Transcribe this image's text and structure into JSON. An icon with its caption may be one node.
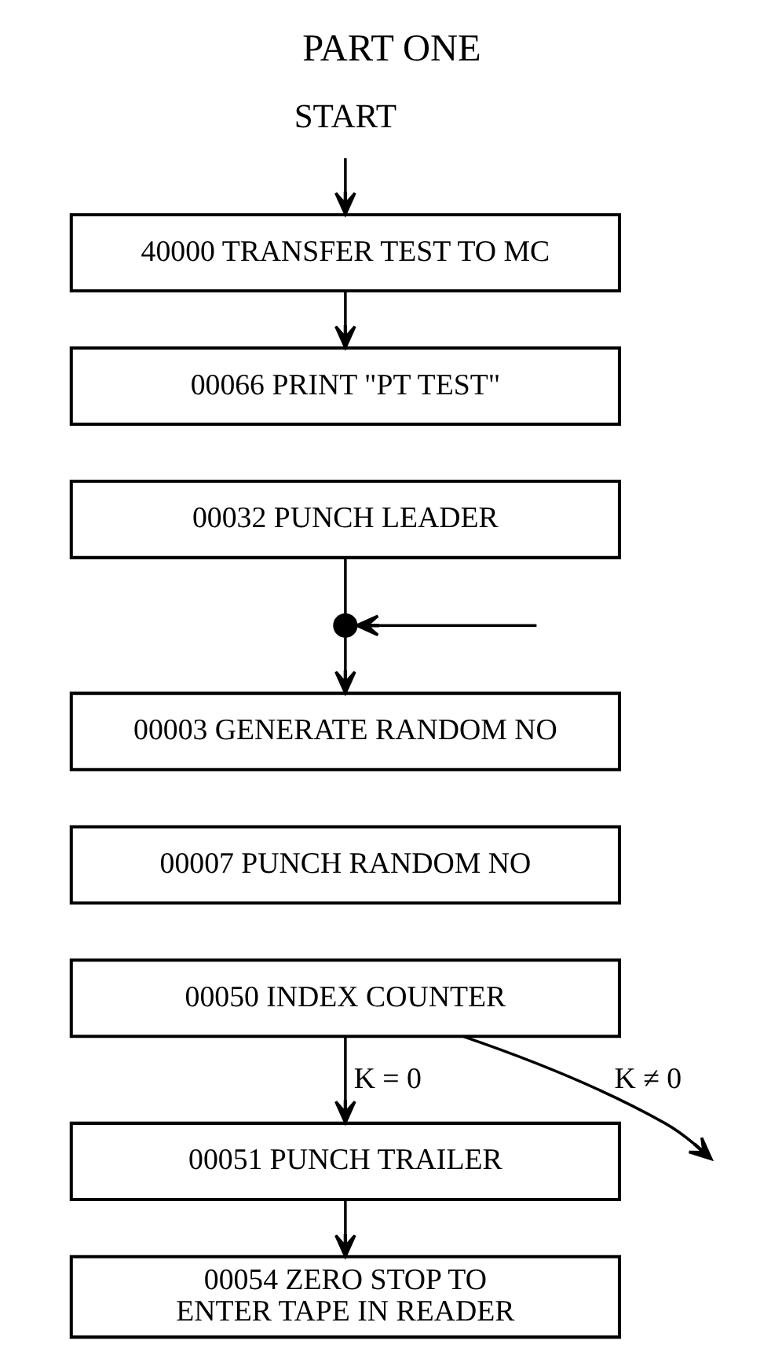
{
  "diagram": {
    "title": "PART ONE",
    "nodes": [
      {
        "text": [
          "START"
        ]
      },
      {
        "text": [
          "40000 TRANSFER TEST TO MC"
        ]
      },
      {
        "text": [
          "00066 PRINT \"PT TEST\""
        ]
      },
      {
        "text": [
          "00032 PUNCH LEADER"
        ]
      },
      {
        "text": [],
        "shape": "circle"
      },
      {
        "text": [
          "00003 GENERATE RANDOM NO"
        ]
      },
      {
        "text": [
          "00007 PUNCH RANDOM NO"
        ]
      },
      {
        "text": [
          "00050 INDEX COUNTER"
        ]
      },
      {
        "text": [
          "00051 PUNCH TRAILER"
        ]
      },
      {
        "text": [
          "00054 ZERO STOP TO ENTER TAPE IN READER"
        ]
      }
    ],
    "edges": [
      {
        "from": 0,
        "to": 1,
        "arrow": "to"
      },
      {
        "from": 1,
        "to": 2,
        "arrow": "to"
      },
      {
        "from": 3,
        "to": 4,
        "arrow": "none"
      },
      {
        "from": null,
        "to": 4,
        "arrow": "to"
      },
      {
        "from": 4,
        "to": 5,
        "arrow": "to"
      },
      {
        "from": 7,
        "to": null,
        "arrow": "to",
        "label": "K ≠ 0"
      },
      {
        "from": 7,
        "to": 8,
        "arrow": "to",
        "label": "K = 0"
      },
      {
        "from": 8,
        "to": 9,
        "arrow": "to"
      }
    ]
  }
}
